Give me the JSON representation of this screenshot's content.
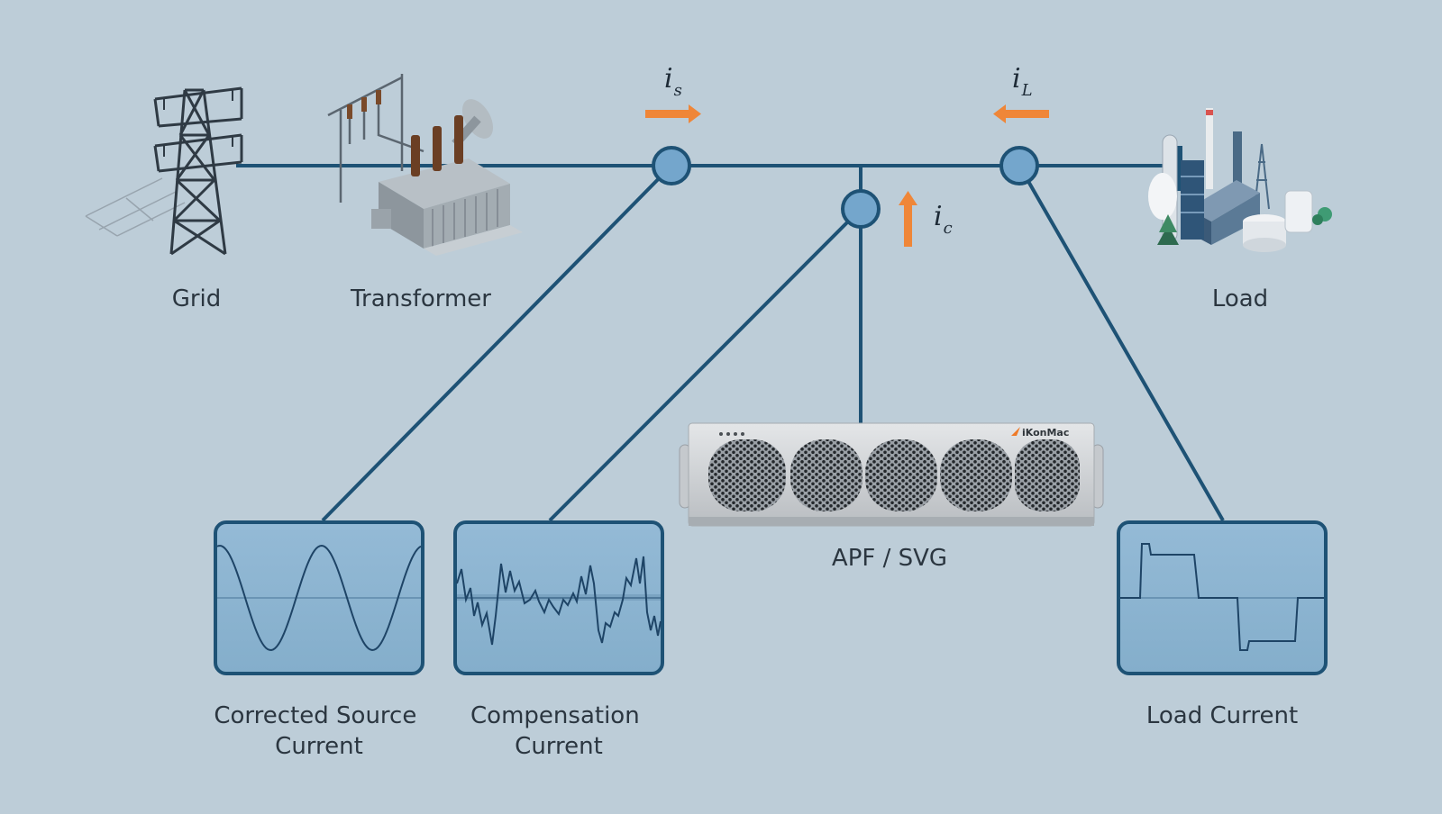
{
  "labels": {
    "grid": "Grid",
    "transformer": "Transformer",
    "load": "Load",
    "device": "APF / SVG",
    "source_current": [
      "Corrected Source",
      "Current"
    ],
    "compensation_current": [
      "Compensation",
      "Current"
    ],
    "load_current": "Load Current"
  },
  "currents": {
    "source": {
      "symbol": "i",
      "subscript": "s"
    },
    "compensation": {
      "symbol": "i",
      "subscript": "c"
    },
    "load": {
      "symbol": "i",
      "subscript": "L"
    }
  },
  "device": {
    "brand": "iKonMac"
  },
  "colors": {
    "background": "#bdcdd8",
    "line": "#1e5275",
    "node": "#74a6cc",
    "arrow": "#ef8638",
    "scope_fill": "#8fb6d2",
    "scope_border": "#1e5275",
    "text": "#2b3640"
  }
}
